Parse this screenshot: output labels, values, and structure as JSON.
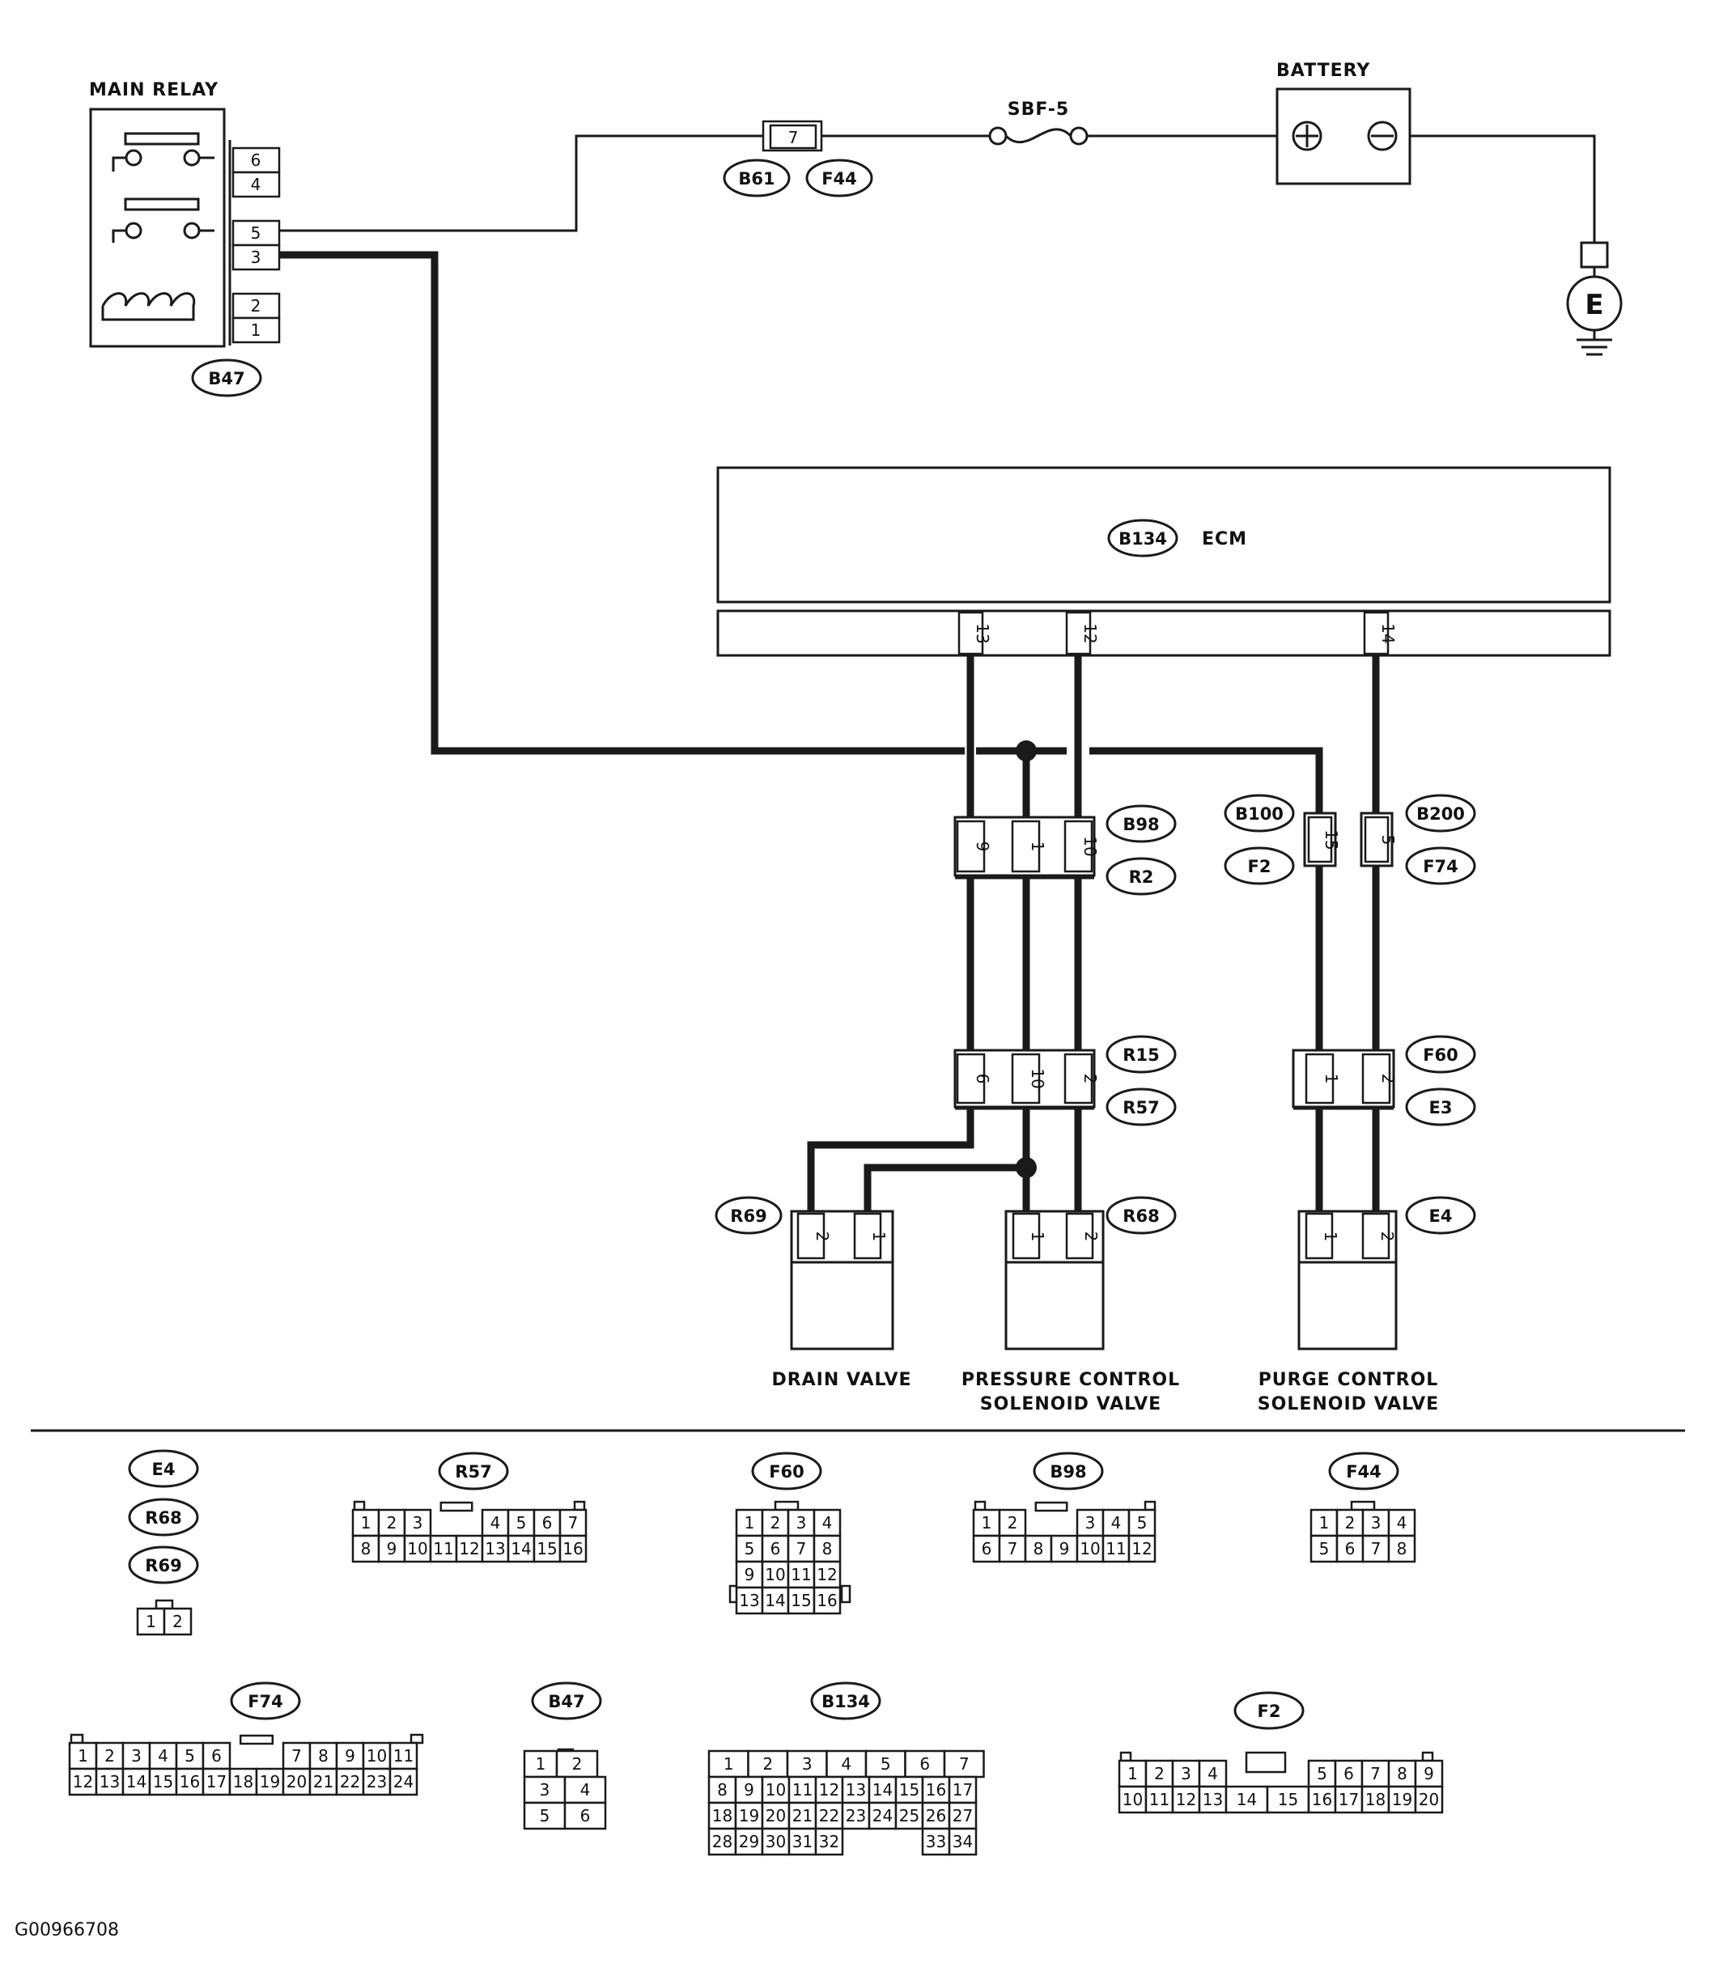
{
  "labels": {
    "main_relay": "MAIN RELAY",
    "battery": "BATTERY",
    "fuse": "SBF-5",
    "ecm": "ECM",
    "ground": "E",
    "drain_valve": "DRAIN VALVE",
    "pressure_valve_1": "PRESSURE CONTROL",
    "pressure_valve_2": "SOLENOID VALVE",
    "purge_valve_1": "PURGE CONTROL",
    "purge_valve_2": "SOLENOID VALVE",
    "figure_id": "G00966708"
  },
  "badges": {
    "b47": "B47",
    "b61": "B61",
    "f44": "F44",
    "b134": "B134",
    "b98": "B98",
    "r2": "R2",
    "b100": "B100",
    "f2": "F2",
    "b200": "B200",
    "f74": "F74",
    "r15": "R15",
    "r57": "R57",
    "f60": "F60",
    "e3": "E3",
    "r69": "R69",
    "r68": "R68",
    "e4": "E4"
  },
  "pins": {
    "relay": [
      "6",
      "4",
      "5",
      "3",
      "2",
      "1"
    ],
    "fuse_conn": "7",
    "ecm": [
      "13",
      "12",
      "14"
    ],
    "b98_r2": [
      "9",
      "1",
      "10"
    ],
    "b100_f2": "15",
    "b200_f74": "5",
    "r15_r57": [
      "6",
      "10",
      "2"
    ],
    "f60_e3": [
      "1",
      "2"
    ],
    "r69": [
      "2",
      "1"
    ],
    "r68": [
      "1",
      "2"
    ],
    "e4": [
      "1",
      "2"
    ]
  },
  "legend": {
    "e4_group": [
      "E4",
      "R68",
      "R69"
    ],
    "e4_pins": [
      "1",
      "2"
    ],
    "r57_title": "R57",
    "r57_rows": [
      [
        "1",
        "2",
        "3",
        "",
        "4",
        "5",
        "6",
        "7"
      ],
      [
        "8",
        "9",
        "10",
        "11",
        "12",
        "13",
        "14",
        "15",
        "16"
      ]
    ],
    "f60_title": "F60",
    "f60_rows": [
      [
        "1",
        "2",
        "3",
        "4"
      ],
      [
        "5",
        "6",
        "7",
        "8"
      ],
      [
        "9",
        "10",
        "11",
        "12"
      ],
      [
        "13",
        "14",
        "15",
        "16"
      ]
    ],
    "b98_title": "B98",
    "b98_rows": [
      [
        "1",
        "2",
        "",
        "3",
        "4",
        "5"
      ],
      [
        "6",
        "7",
        "8",
        "9",
        "10",
        "11",
        "12"
      ]
    ],
    "f44_title": "F44",
    "f44_rows": [
      [
        "1",
        "2",
        "3",
        "4"
      ],
      [
        "5",
        "6",
        "7",
        "8"
      ]
    ],
    "f74_title": "F74",
    "f74_rows": [
      [
        "1",
        "2",
        "3",
        "4",
        "5",
        "6",
        "",
        "7",
        "8",
        "9",
        "10",
        "11"
      ],
      [
        "12",
        "13",
        "14",
        "15",
        "16",
        "17",
        "18",
        "19",
        "20",
        "21",
        "22",
        "23",
        "24"
      ]
    ],
    "b47_title": "B47",
    "b47_rows": [
      [
        "1",
        "2"
      ],
      [
        "3",
        "4"
      ],
      [
        "5",
        "6"
      ]
    ],
    "b134_title": "B134",
    "b134_rows": [
      [
        "1",
        "2",
        "3",
        "4",
        "5",
        "6",
        "7"
      ],
      [
        "8",
        "9",
        "10",
        "11",
        "12",
        "13",
        "14",
        "15",
        "16",
        "17"
      ],
      [
        "18",
        "19",
        "20",
        "21",
        "22",
        "23",
        "24",
        "25",
        "26",
        "27"
      ],
      [
        "28",
        "29",
        "30",
        "31",
        "32",
        "",
        "",
        "",
        "33",
        "34"
      ]
    ],
    "f2_title": "F2",
    "f2_rows": [
      [
        "1",
        "2",
        "3",
        "4",
        "",
        "5",
        "6",
        "7",
        "8",
        "9"
      ],
      [
        "10",
        "11",
        "12",
        "13",
        "14",
        "15",
        "16",
        "17",
        "18",
        "19",
        "20"
      ]
    ]
  }
}
